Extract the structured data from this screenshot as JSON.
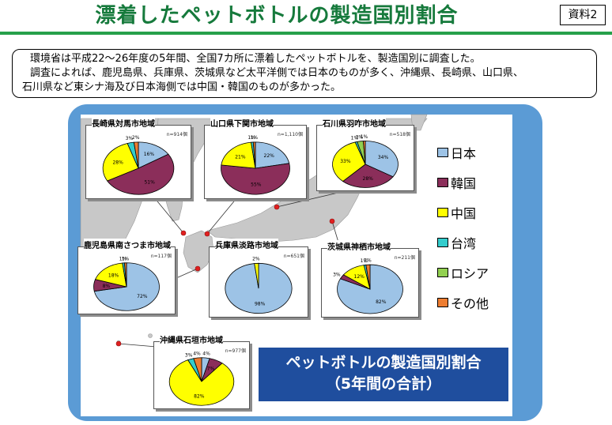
{
  "header": {
    "title": "漂着したペットボトルの製造国別割合",
    "doc_label": "資料2"
  },
  "summary": {
    "line1": "環境省は平成22～26年度の5年間、全国7カ所に漂着したペットボトルを、製造国別に調査した。",
    "line2": "調査によれば、鹿児島県、兵庫県、茨城県など太平洋側では日本のものが多く、沖縄県、長崎県、山口県、",
    "line3": "石川県など東シナ海及び日本海側では中国・韓国のものが多かった。"
  },
  "banner": {
    "line1": "ペットボトルの製造国別割合",
    "line2": "（5年間の合計）"
  },
  "colors": {
    "日本": "#9dc3e6",
    "韓国": "#8b2e5a",
    "中国": "#ffff00",
    "台湾": "#33cccc",
    "ロシア": "#92d050",
    "その他": "#ed7d31"
  },
  "chart_data": {
    "type": "pie",
    "categories": [
      "日本",
      "韓国",
      "中国",
      "台湾",
      "ロシア",
      "その他"
    ],
    "charts": [
      {
        "title": "長崎県対馬市地域",
        "n": "n=914個",
        "values": [
          16,
          51,
          28,
          3,
          0,
          2
        ],
        "labels": [
          "16%",
          "51%",
          "28%",
          "3%",
          "",
          "2%"
        ]
      },
      {
        "title": "山口県下関市地域",
        "n": "n=1,110個",
        "values": [
          22,
          55,
          21,
          1,
          0,
          1
        ],
        "labels": [
          "22%",
          "55%",
          "21%",
          "1%",
          "",
          "1%"
        ]
      },
      {
        "title": "石川県羽咋市地域",
        "n": "n=518個",
        "values": [
          34,
          28,
          33,
          1,
          3,
          1
        ],
        "labels": [
          "34%",
          "28%",
          "33%",
          "1%",
          "3%",
          "1%"
        ]
      },
      {
        "title": "鹿児島県南さつま市地域",
        "n": "n=117個",
        "values": [
          72,
          8,
          18,
          1,
          0,
          1
        ],
        "labels": [
          "72%",
          "8%",
          "18%",
          "1%",
          "",
          "1%"
        ]
      },
      {
        "title": "兵庫県淡路市地域",
        "n": "n=651個",
        "values": [
          98,
          0,
          2,
          0,
          0,
          0
        ],
        "labels": [
          "98%",
          "",
          "2%",
          "",
          "",
          ""
        ]
      },
      {
        "title": "茨城県神栖市地域",
        "n": "n=211個",
        "values": [
          82,
          3,
          12,
          1,
          0,
          2
        ],
        "labels": [
          "82%",
          "3%",
          "12%",
          "1%",
          "",
          "2%"
        ]
      },
      {
        "title": "沖縄県石垣市地域",
        "n": "n=977個",
        "values": [
          4,
          7,
          82,
          3,
          0,
          4
        ],
        "labels": [
          "4%",
          "7%",
          "82%",
          "3%",
          "",
          "4%"
        ]
      }
    ]
  }
}
